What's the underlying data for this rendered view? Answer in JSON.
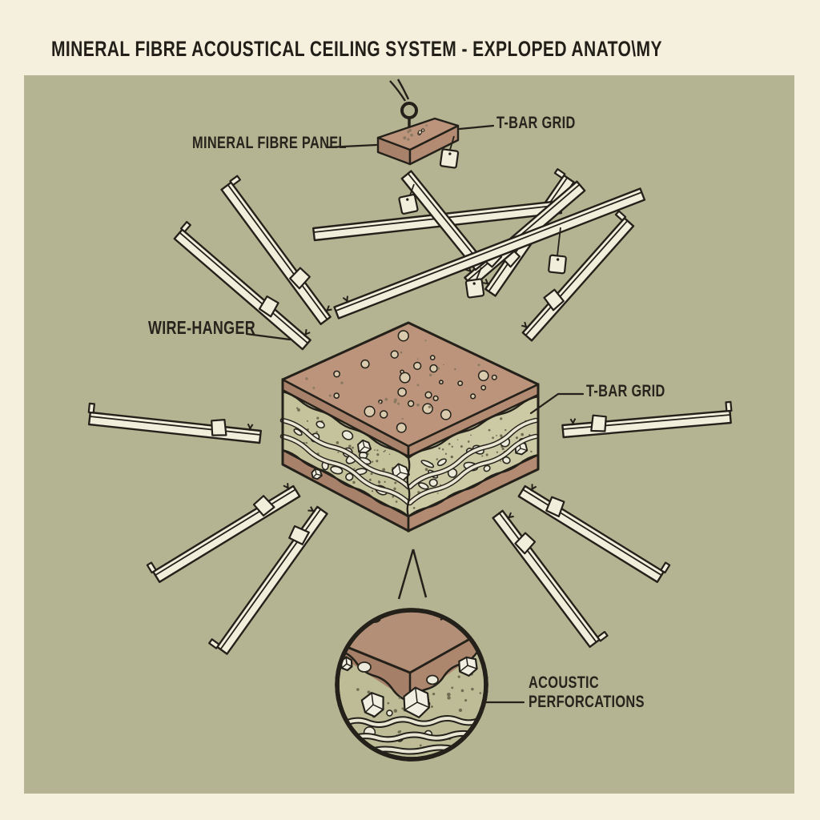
{
  "title": "MINERAL FIBRE ACOUSTICAL CEILING SYSTEM - EXPLOPED ANATO\\MY",
  "labels": {
    "mineral_fibre_panel": "MINERAL FIBRE PANEL",
    "t_bar_grid_top": "T-BAR GRID",
    "wire_hanger": "WIRE-HANGER",
    "t_bar_grid_right": "T-BAR GRID",
    "acoustic_line1": "ACOUSTIC",
    "acoustic_line2": "PERFORCATIONS"
  },
  "colors": {
    "paper": "#f5f0de",
    "panel_background": "#b5b492",
    "ink": "#23211a",
    "bar_fill": "#f1eedb",
    "panel_brown_top": "#bb947b",
    "panel_brown_side": "#a8816a",
    "fibre_fill": "#c9c7a2",
    "speck_light": "#eceadb"
  },
  "illustration_parts": [
    "wire-hook-icon",
    "mineral-fibre-panel",
    "hanging-tag",
    "t-bar-grid-member",
    "wire-hanger-clip",
    "layered-panel-block",
    "magnifier-detail-circle",
    "pointer-triangle"
  ]
}
